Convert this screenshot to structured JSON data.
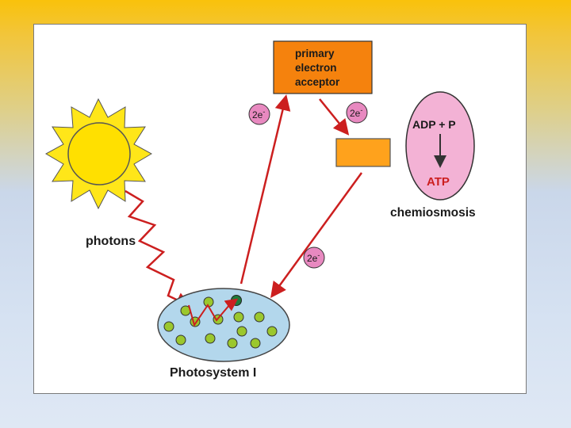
{
  "diagram": {
    "acceptor_lines": [
      "primary",
      "electron",
      "acceptor"
    ],
    "electron_label": "2e",
    "electron_sup": "-",
    "adp_label": "ADP + P",
    "atp_label": "ATP",
    "chemiosmosis_label": "chemiosmosis",
    "photons_label": "photons",
    "photosystem_label": "Photosystem I"
  },
  "colors": {
    "accent_orange": "#f5820d",
    "small_box_orange": "#ffa21c",
    "arrow_red": "#cc1f1f",
    "electron_pink": "#e889c0",
    "chemiosmosis_pink": "#f3b2d5",
    "photosystem_blue": "#b3d7ec",
    "pigment_green": "#9bc72d",
    "reaction_center_green": "#1f7a3a",
    "sun_yellow": "#ffe619"
  }
}
